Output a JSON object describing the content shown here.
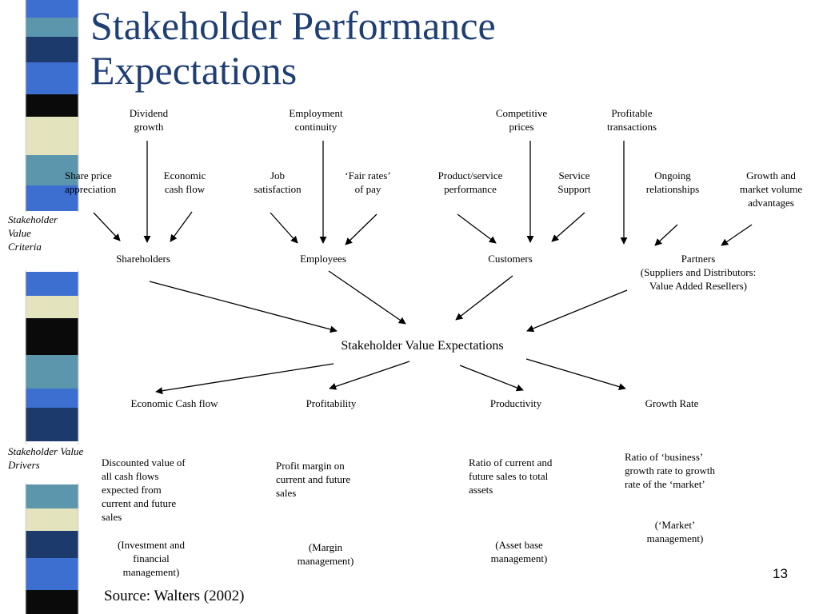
{
  "title": "Stakeholder Performance\nExpectations",
  "side_labels": {
    "criteria": "Stakeholder\nValue\nCriteria",
    "drivers": "Stakeholder Value\nDrivers"
  },
  "top_criteria": {
    "dividend_growth": "Dividend\ngrowth",
    "employment_continuity": "Employment\ncontinuity",
    "competitive_prices": "Competitive\nprices",
    "profitable_transactions": "Profitable\ntransactions"
  },
  "mid_criteria": {
    "share_price": "Share price\nappreciation",
    "economic_cash_flow": "Economic\ncash flow",
    "job_satisfaction": "Job\nsatisfaction",
    "fair_rates": "‘Fair rates’\nof pay",
    "product_service": "Product/service\nperformance",
    "service_support": "Service\nSupport",
    "ongoing_relationships": "Ongoing\nrelationships",
    "growth_market": "Growth and\nmarket volume\nadvantages"
  },
  "stakeholders": {
    "shareholders": "Shareholders",
    "employees": "Employees",
    "customers": "Customers",
    "partners": "Partners\n(Suppliers and Distributors:\nValue Added Resellers)"
  },
  "center": "Stakeholder Value Expectations",
  "drivers": {
    "economic_cash_flow": "Economic Cash flow",
    "profitability": "Profitability",
    "productivity": "Productivity",
    "growth_rate": "Growth Rate"
  },
  "descriptions": {
    "cash_flow": "Discounted value of\nall cash flows\nexpected from\ncurrent and future\nsales",
    "profit_margin": "Profit margin on\ncurrent and future\nsales",
    "ratio_sales": "Ratio of current and\nfuture sales to total\nassets",
    "ratio_growth": "Ratio of ‘business’\ngrowth rate to growth\nrate of the ‘market’"
  },
  "management": {
    "investment": "(Investment and\nfinancial\nmanagement)",
    "margin": "(Margin\nmanagement)",
    "asset_base": "(Asset base\nmanagement)",
    "market": "(‘Market’\nmanagement)"
  },
  "source": "Source: Walters (2002)",
  "page_number": "13",
  "colors": {
    "title": "#1f3f74",
    "sidebar_navy": "#1c3a6b",
    "sidebar_teal": "#5b96ad",
    "sidebar_blue": "#3d6fd1",
    "sidebar_cream": "#e3e3bd",
    "sidebar_black": "#0a0a0a"
  }
}
